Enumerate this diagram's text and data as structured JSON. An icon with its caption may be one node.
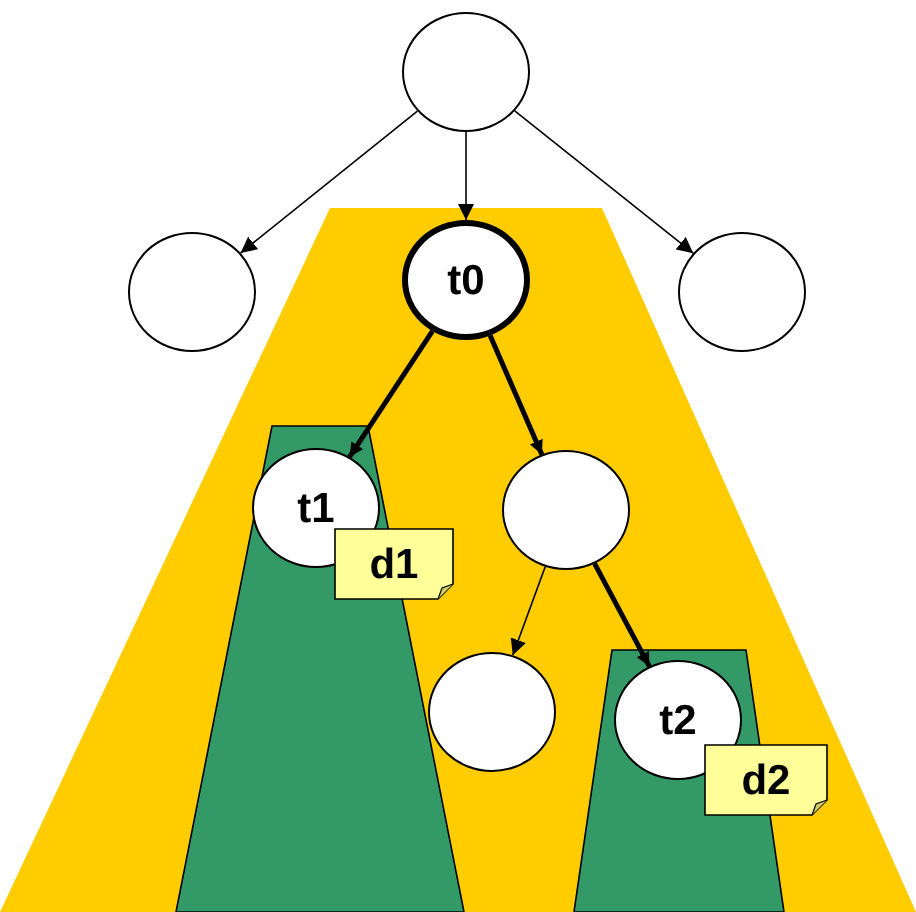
{
  "diagram": {
    "nodes": [
      {
        "text": [],
        "shape": "circle"
      },
      {
        "text": [],
        "shape": "circle"
      },
      {
        "text": [
          "t0"
        ]
      },
      {
        "text": [],
        "shape": "circle"
      },
      {
        "text": [
          "t1"
        ]
      },
      {
        "text": [],
        "shape": "circle"
      },
      {
        "text": [
          "d1"
        ]
      },
      {
        "text": [],
        "shape": "circle"
      },
      {
        "text": [
          "t2"
        ]
      },
      {
        "text": [
          "d2"
        ]
      }
    ],
    "edges": [
      {
        "from": 0,
        "to": 1,
        "arrow": "to"
      },
      {
        "from": 0,
        "to": 2,
        "arrow": "to"
      },
      {
        "from": 0,
        "to": 3,
        "arrow": "to"
      },
      {
        "from": 2,
        "to": 4,
        "arrow": "to",
        "style": "thick"
      },
      {
        "from": 2,
        "to": 5,
        "arrow": "to",
        "style": "thick"
      },
      {
        "from": 5,
        "to": 7,
        "arrow": "to"
      },
      {
        "from": 5,
        "to": 8,
        "arrow": "to",
        "style": "thick"
      }
    ]
  }
}
